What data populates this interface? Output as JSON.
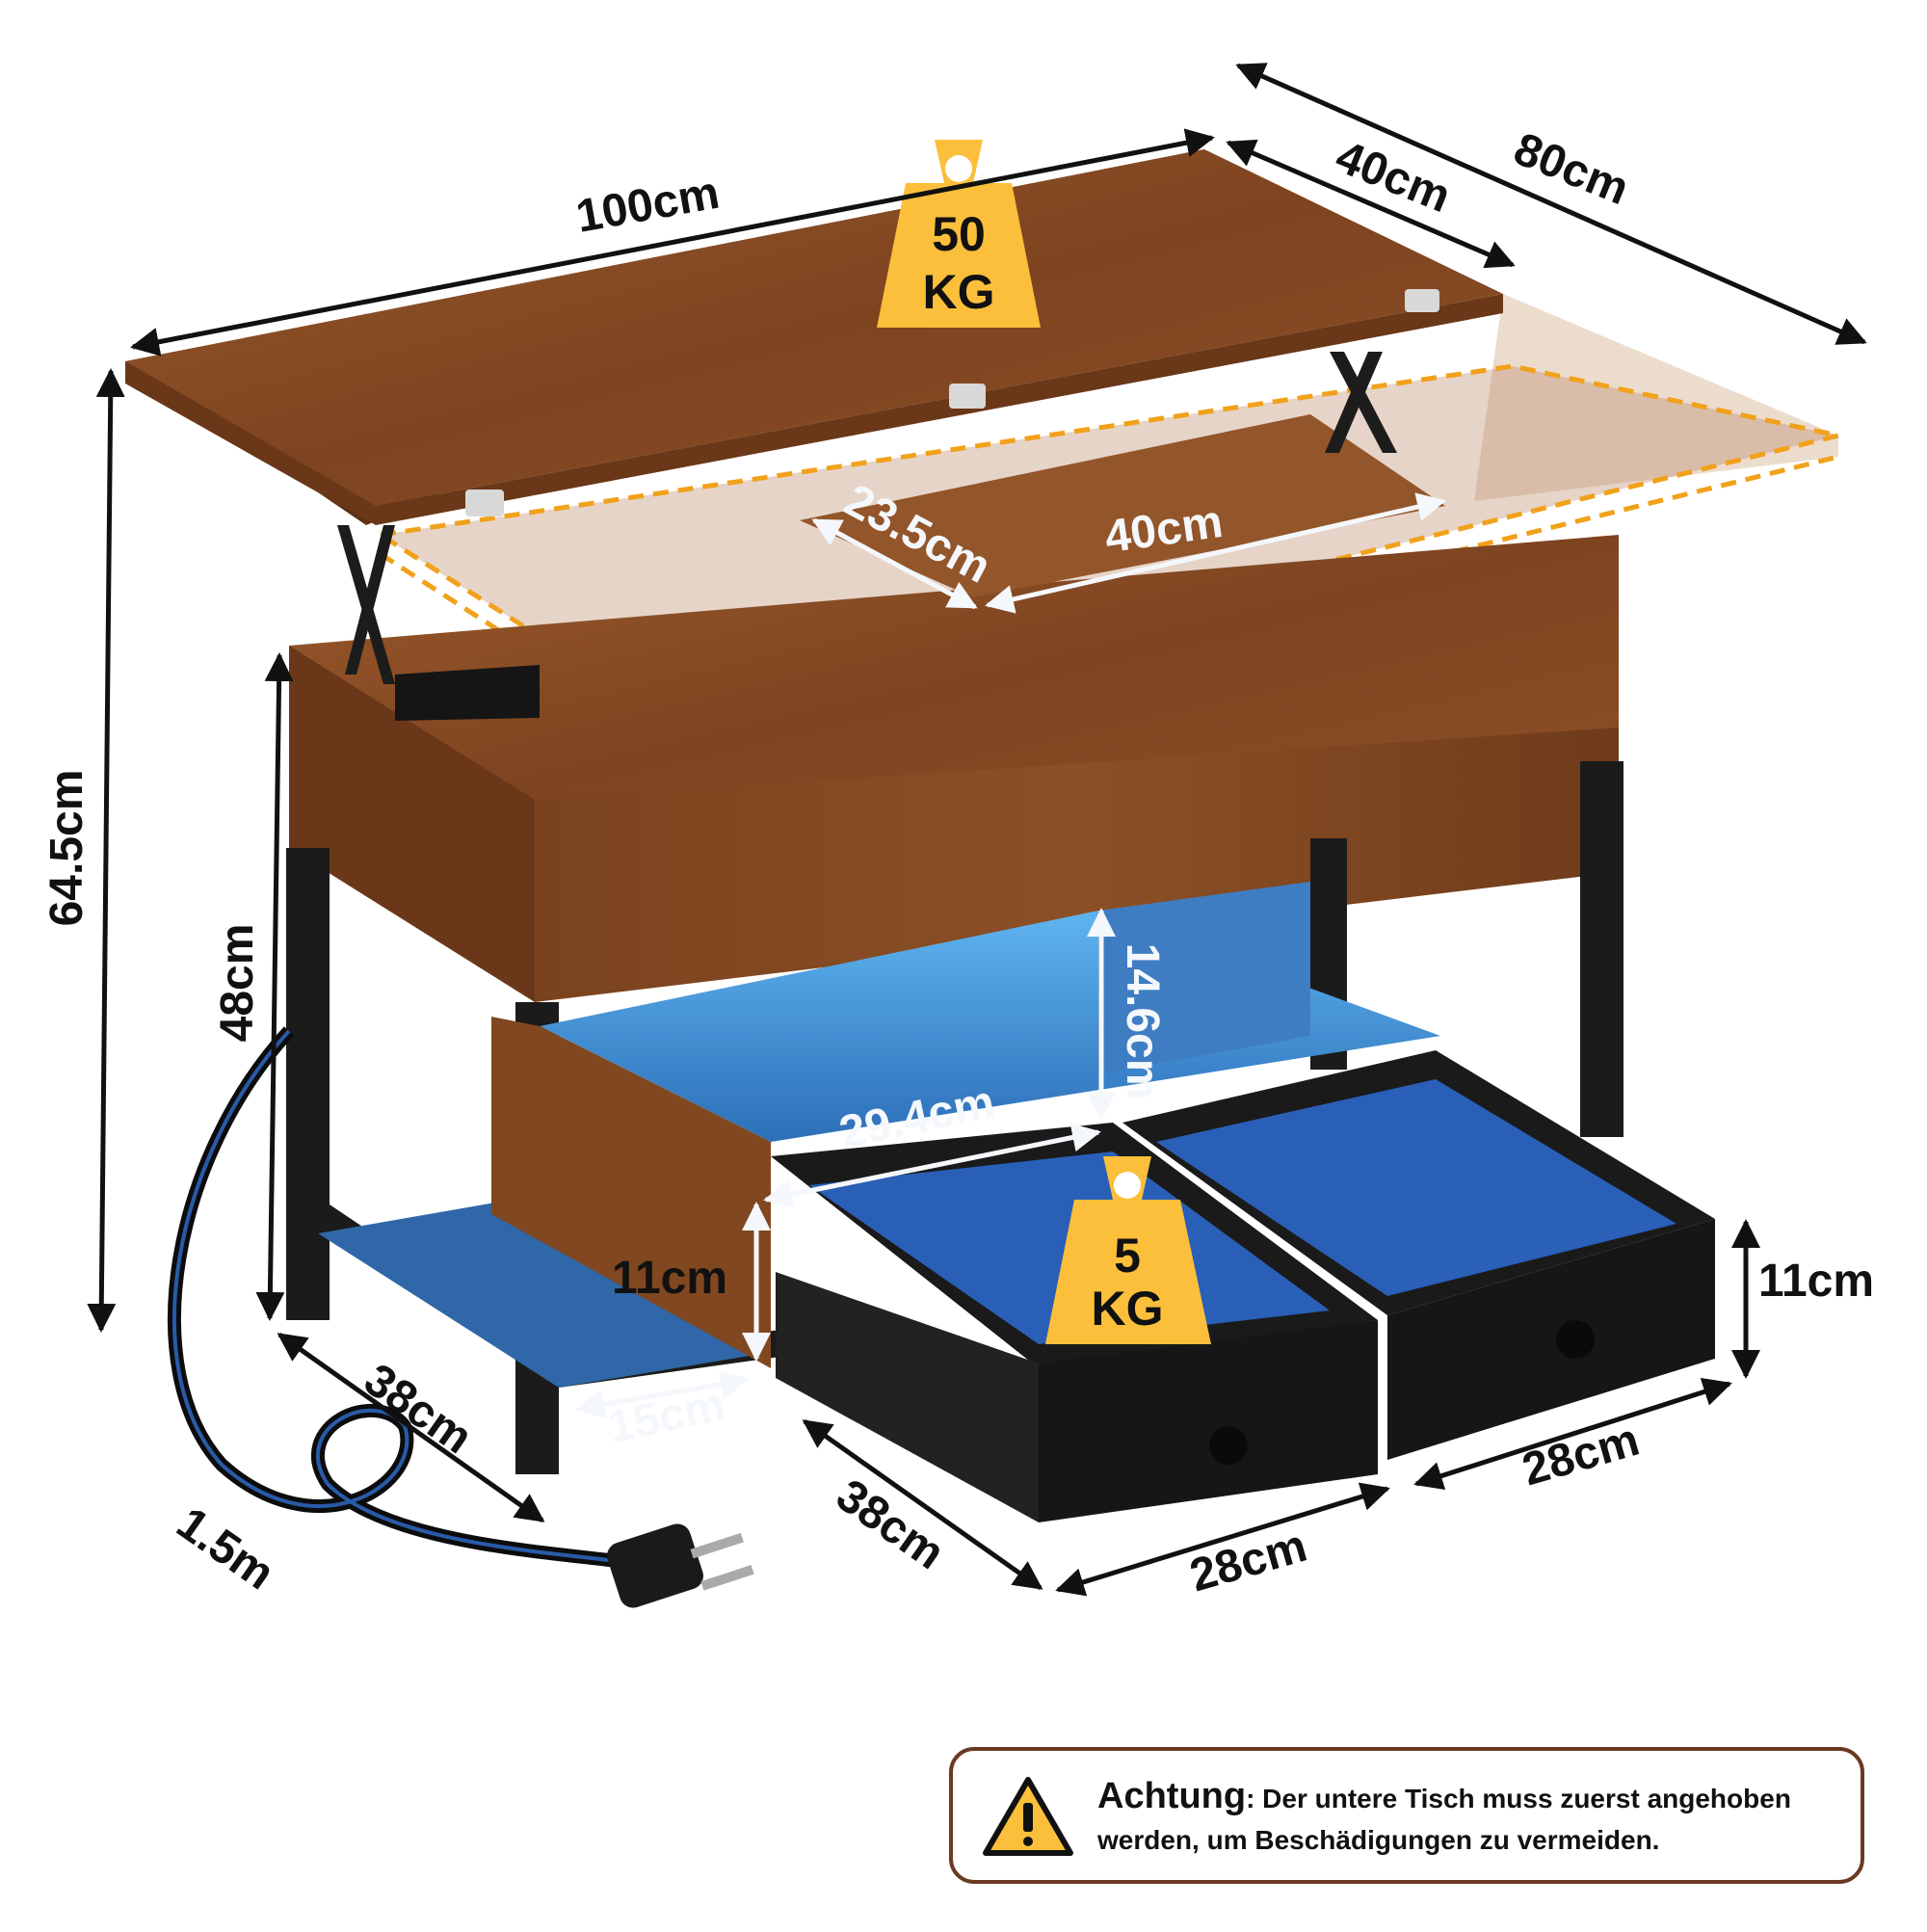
{
  "weights": {
    "top": {
      "value": "50",
      "unit": "KG"
    },
    "drawer": {
      "value": "5",
      "unit": "KG"
    }
  },
  "dimensions": {
    "width": "100cm",
    "depth_closed": "40cm",
    "depth_extended": "80cm",
    "total_height": "64.5cm",
    "body_height": "48cm",
    "lift_top_depth": "23.5cm",
    "lift_top_width": "40cm",
    "shelf_height": "14.6cm",
    "shelf_width": "29.4cm",
    "left_drawer_height": "11cm",
    "shelf_depth": "15cm",
    "base_depth": "38cm",
    "cable_length": "1.5m",
    "drawer_depth": "38cm",
    "drawer_width_front": "28cm",
    "drawer_width_right": "28cm",
    "drawer_height_right": "11cm"
  },
  "notice": {
    "title": "Achtung",
    "body": ": Der untere Tisch muss zuerst angehoben werden, um Beschädigungen zu vermeiden.",
    "icon": "warning-triangle-icon"
  },
  "colors": {
    "wood": "#8a4f26",
    "wood_dark": "#6a3818",
    "led_blue": "#3a8fe0",
    "weight_badge": "#fbbf3b",
    "frame": "#1b1b1b",
    "notice_border": "#6b3a22"
  }
}
